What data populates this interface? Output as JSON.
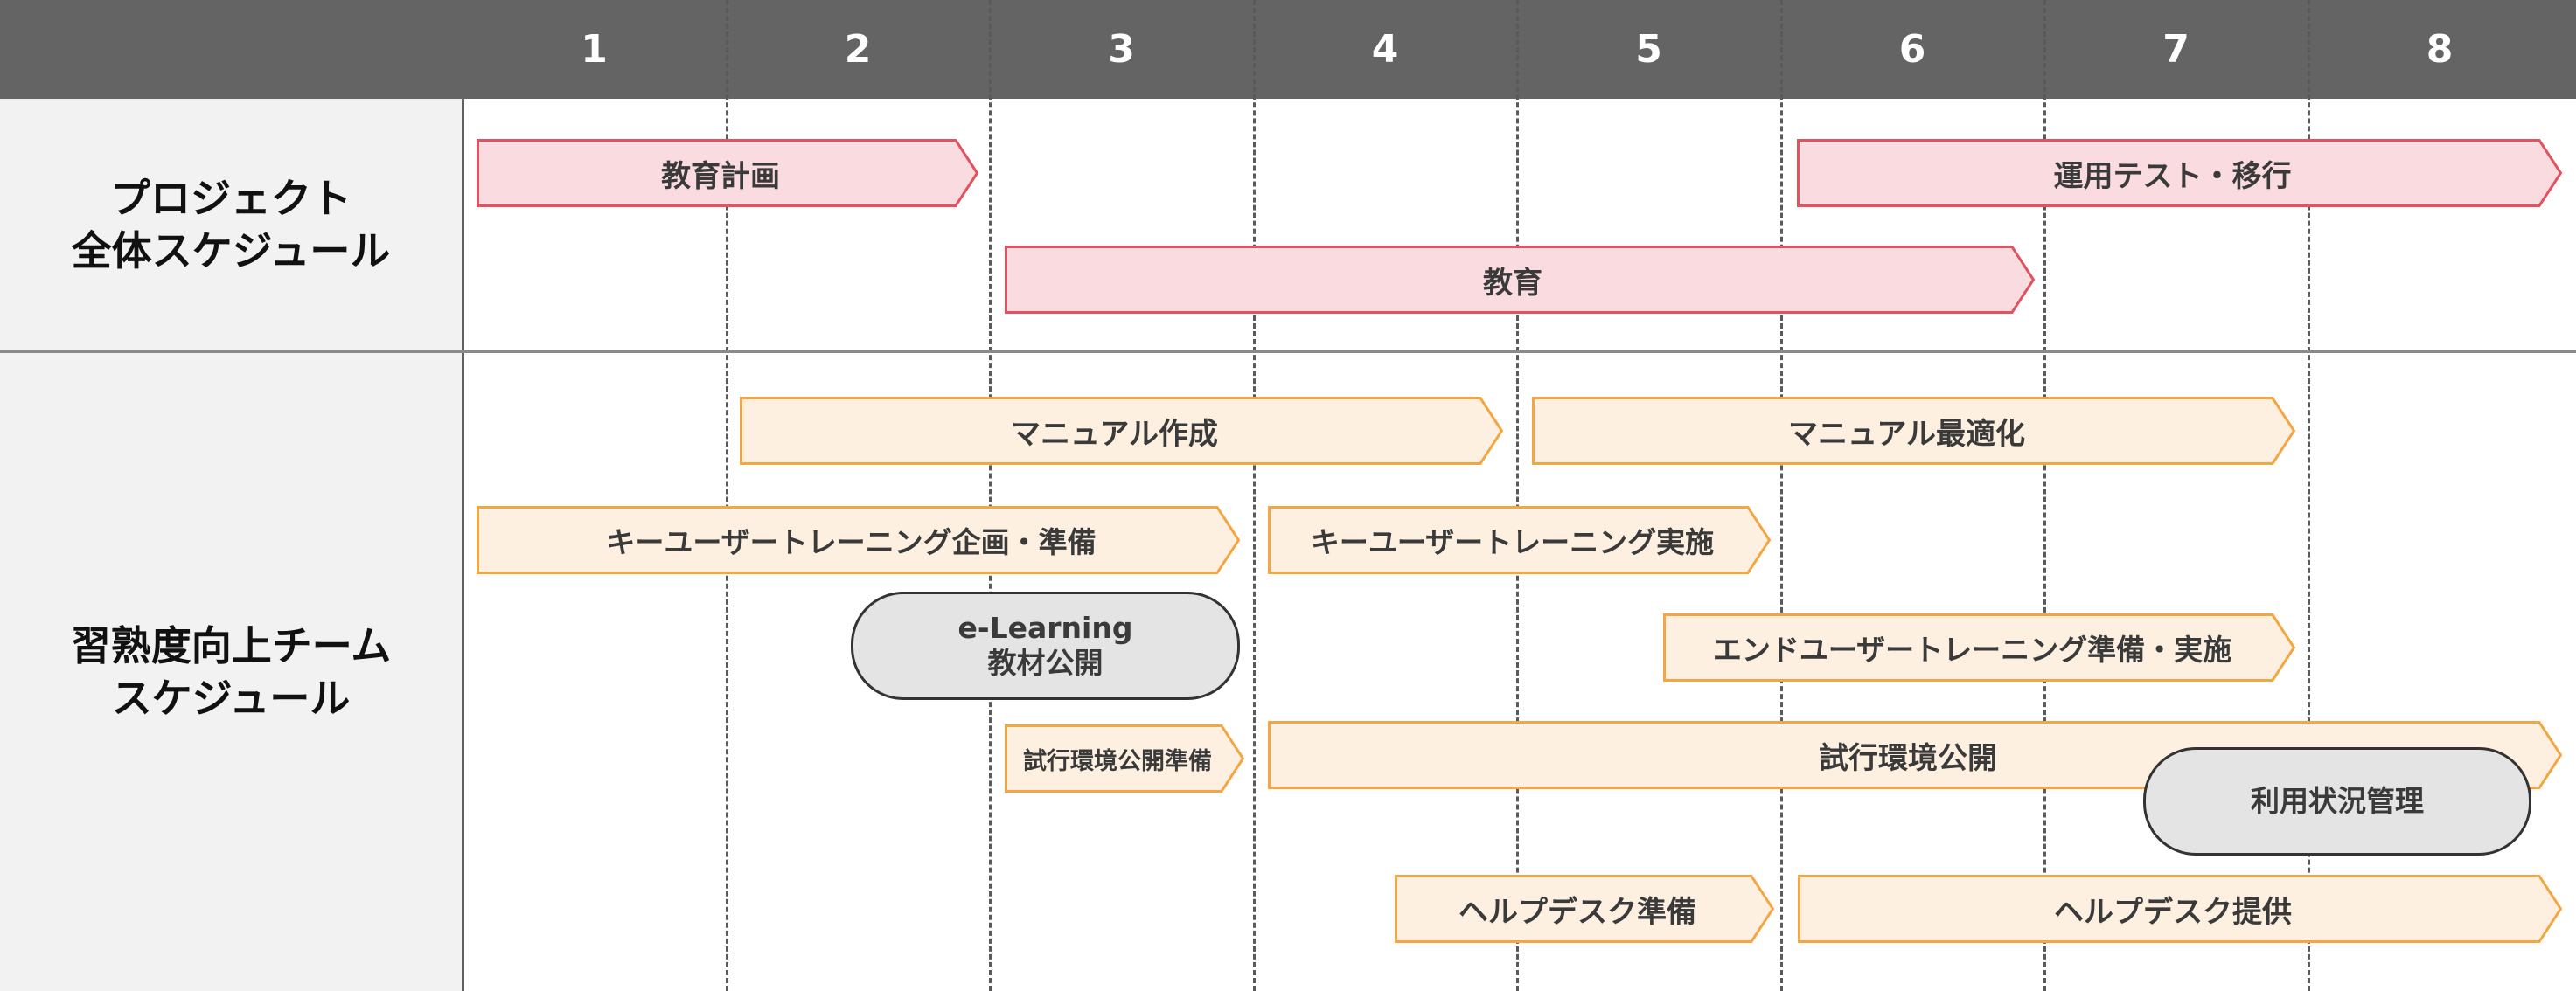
{
  "timeline": {
    "months": [
      "1",
      "2",
      "3",
      "4",
      "5",
      "6",
      "7",
      "8"
    ]
  },
  "rows": {
    "project": {
      "label": "プロジェクト\n全体スケジュール"
    },
    "training": {
      "label": "習熟度向上チーム\nスケジュール"
    }
  },
  "colors": {
    "header_bg": "#646464",
    "left_panel_bg": "#f2f2f2",
    "project_fill": "#fadbe0",
    "project_stroke": "#e0535f",
    "training_fill": "#fdf0e1",
    "training_stroke": "#f4a642",
    "milestone_fill": "#e4e4e4",
    "milestone_stroke": "#333333"
  },
  "project_tasks": [
    {
      "label": "教育計画",
      "start": 1.0,
      "end": 2.0
    },
    {
      "label": "運用テスト・移行",
      "start": 6.0,
      "end": 8.0
    },
    {
      "label": "教育",
      "start": 3.0,
      "end": 6.0
    }
  ],
  "training_tasks": [
    {
      "label": "マニュアル作成",
      "start": 2.0,
      "end": 4.0
    },
    {
      "label": "マニュアル最適化",
      "start": 5.0,
      "end": 7.0
    },
    {
      "label": "キーユーザートレーニング企画・準備",
      "start": 1.0,
      "end": 3.0
    },
    {
      "label": "キーユーザートレーニング実施",
      "start": 4.0,
      "end": 5.0
    },
    {
      "label": "エンドユーザートレーニング準備・実施",
      "start": 5.5,
      "end": 7.0
    },
    {
      "label": "試行環境公開準備",
      "start": 3.0,
      "end": 3.0
    },
    {
      "label": "試行環境公開",
      "start": 4.0,
      "end": 8.0
    },
    {
      "label": "ヘルプデスク準備",
      "start": 4.5,
      "end": 5.0
    },
    {
      "label": "ヘルプデスク提供",
      "start": 6.0,
      "end": 8.0
    }
  ],
  "milestones": [
    {
      "label": "e-Learning\n教材公開",
      "month": 2.5
    },
    {
      "label": "利用状況管理",
      "month": 7.0
    }
  ]
}
